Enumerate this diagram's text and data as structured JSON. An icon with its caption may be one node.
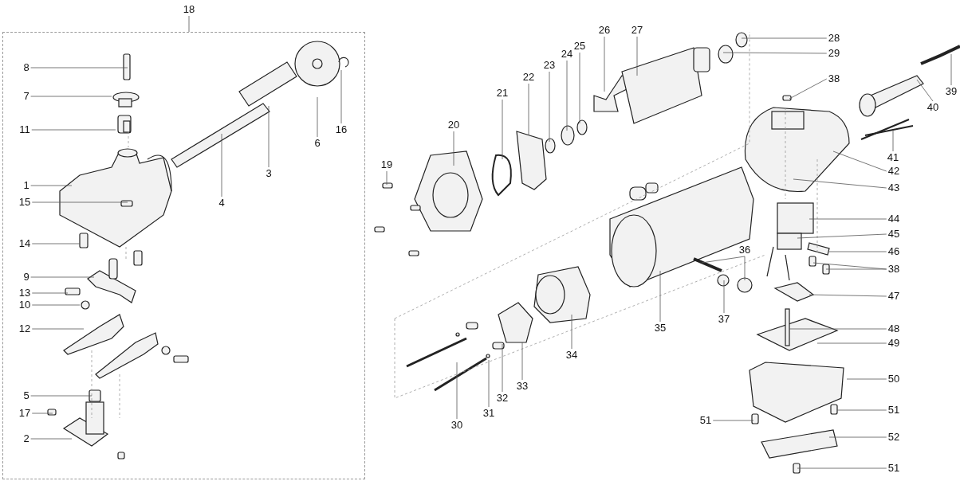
{
  "diagram": {
    "nodes": [
      {
        "text": [
          "18"
        ]
      },
      {
        "text": [],
        "shape": "box"
      },
      {
        "text": [
          "8"
        ],
        "in": 1
      },
      {
        "text": [
          "7"
        ],
        "in": 1
      },
      {
        "text": [
          "11"
        ],
        "in": 1
      },
      {
        "text": [
          "16"
        ],
        "in": 1
      },
      {
        "text": [
          "6"
        ],
        "in": 1
      },
      {
        "text": [
          "3"
        ],
        "in": 1
      },
      {
        "text": [
          "1"
        ],
        "in": 1
      },
      {
        "text": [
          "15"
        ],
        "in": 1
      },
      {
        "text": [
          "4"
        ],
        "in": 1
      },
      {
        "text": [
          "14"
        ],
        "in": 1
      },
      {
        "text": [
          "9"
        ],
        "in": 1
      },
      {
        "text": [
          "13"
        ],
        "in": 1
      },
      {
        "text": [
          "10"
        ],
        "in": 1
      },
      {
        "text": [
          "12"
        ],
        "in": 1
      },
      {
        "text": [
          "5"
        ],
        "in": 1
      },
      {
        "text": [
          "17"
        ],
        "in": 1
      },
      {
        "text": [
          "2"
        ],
        "in": 1
      },
      {
        "text": [
          "26"
        ]
      },
      {
        "text": [
          "27"
        ]
      },
      {
        "text": [
          "28"
        ]
      },
      {
        "text": [
          "29"
        ]
      },
      {
        "text": [
          "25"
        ]
      },
      {
        "text": [
          "24"
        ]
      },
      {
        "text": [
          "23"
        ]
      },
      {
        "text": [
          "22"
        ]
      },
      {
        "text": [
          "38"
        ]
      },
      {
        "text": [
          "21"
        ]
      },
      {
        "text": [
          "39"
        ]
      },
      {
        "text": [
          "40"
        ]
      },
      {
        "text": [
          "20"
        ]
      },
      {
        "text": [
          "41"
        ]
      },
      {
        "text": [
          "19"
        ]
      },
      {
        "text": [
          "42"
        ]
      },
      {
        "text": [
          "43"
        ]
      },
      {
        "text": [
          "44"
        ]
      },
      {
        "text": [
          "45"
        ]
      },
      {
        "text": [
          "36"
        ]
      },
      {
        "text": [
          "46"
        ]
      },
      {
        "text": [
          "38"
        ]
      },
      {
        "text": [
          "47"
        ]
      },
      {
        "text": [
          "37"
        ]
      },
      {
        "text": [
          "35"
        ]
      },
      {
        "text": [
          "48"
        ]
      },
      {
        "text": [
          "49"
        ]
      },
      {
        "text": [
          "34"
        ]
      },
      {
        "text": [
          "50"
        ]
      },
      {
        "text": [
          "33"
        ]
      },
      {
        "text": [
          "32"
        ]
      },
      {
        "text": [
          "51"
        ]
      },
      {
        "text": [
          "31"
        ]
      },
      {
        "text": [
          "51"
        ]
      },
      {
        "text": [
          "30"
        ]
      },
      {
        "text": [
          "52"
        ]
      },
      {
        "text": [
          "51"
        ]
      }
    ],
    "edges": [
      {
        "from": 0,
        "to": 1,
        "arrow": "none"
      },
      {
        "from": 2,
        "to": null,
        "arrow": "none"
      },
      {
        "from": 3,
        "to": null,
        "arrow": "none"
      },
      {
        "from": 4,
        "to": null,
        "arrow": "none"
      },
      {
        "from": 5,
        "to": null,
        "arrow": "none"
      },
      {
        "from": 6,
        "to": null,
        "arrow": "none"
      },
      {
        "from": 7,
        "to": null,
        "arrow": "none"
      },
      {
        "from": 8,
        "to": null,
        "arrow": "none"
      },
      {
        "from": 9,
        "to": null,
        "arrow": "none"
      },
      {
        "from": 10,
        "to": null,
        "arrow": "none"
      },
      {
        "from": 11,
        "to": null,
        "arrow": "none"
      },
      {
        "from": 12,
        "to": null,
        "arrow": "none"
      },
      {
        "from": 13,
        "to": null,
        "arrow": "none"
      },
      {
        "from": 14,
        "to": null,
        "arrow": "none"
      },
      {
        "from": 15,
        "to": null,
        "arrow": "none"
      },
      {
        "from": 16,
        "to": null,
        "arrow": "none"
      },
      {
        "from": 17,
        "to": null,
        "arrow": "none"
      },
      {
        "from": 18,
        "to": null,
        "arrow": "none"
      },
      {
        "from": 19,
        "to": null,
        "arrow": "none"
      },
      {
        "from": 20,
        "to": null,
        "arrow": "none"
      },
      {
        "from": 21,
        "to": null,
        "arrow": "none"
      },
      {
        "from": 22,
        "to": null,
        "arrow": "none"
      },
      {
        "from": 23,
        "to": null,
        "arrow": "none"
      },
      {
        "from": 24,
        "to": null,
        "arrow": "none"
      },
      {
        "from": 25,
        "to": null,
        "arrow": "none"
      },
      {
        "from": 26,
        "to": null,
        "arrow": "none"
      },
      {
        "from": 27,
        "to": null,
        "arrow": "none"
      },
      {
        "from": 28,
        "to": null,
        "arrow": "none"
      },
      {
        "from": 29,
        "to": null,
        "arrow": "none"
      },
      {
        "from": 30,
        "to": null,
        "arrow": "none"
      },
      {
        "from": 31,
        "to": null,
        "arrow": "none"
      },
      {
        "from": 32,
        "to": null,
        "arrow": "none"
      },
      {
        "from": 33,
        "to": null,
        "arrow": "none"
      },
      {
        "from": 34,
        "to": null,
        "arrow": "none"
      },
      {
        "from": 35,
        "to": null,
        "arrow": "none"
      },
      {
        "from": 36,
        "to": null,
        "arrow": "none"
      },
      {
        "from": 37,
        "to": null,
        "arrow": "none"
      },
      {
        "from": 38,
        "to": null,
        "arrow": "none"
      },
      {
        "from": 38,
        "to": null,
        "arrow": "none"
      },
      {
        "from": 39,
        "to": null,
        "arrow": "none"
      },
      {
        "from": 40,
        "to": null,
        "arrow": "none"
      },
      {
        "from": 40,
        "to": null,
        "arrow": "none"
      },
      {
        "from": 41,
        "to": null,
        "arrow": "none"
      },
      {
        "from": 42,
        "to": null,
        "arrow": "none"
      },
      {
        "from": 43,
        "to": null,
        "arrow": "none"
      },
      {
        "from": 44,
        "to": null,
        "arrow": "none"
      },
      {
        "from": 45,
        "to": null,
        "arrow": "none"
      },
      {
        "from": 46,
        "to": null,
        "arrow": "none"
      },
      {
        "from": 47,
        "to": null,
        "arrow": "none"
      },
      {
        "from": 48,
        "to": null,
        "arrow": "none"
      },
      {
        "from": 49,
        "to": null,
        "arrow": "none"
      },
      {
        "from": 50,
        "to": null,
        "arrow": "none"
      },
      {
        "from": 51,
        "to": null,
        "arrow": "none"
      },
      {
        "from": 52,
        "to": null,
        "arrow": "none"
      },
      {
        "from": 53,
        "to": null,
        "arrow": "none"
      },
      {
        "from": 54,
        "to": null,
        "arrow": "none"
      },
      {
        "from": 55,
        "to": null,
        "arrow": "none"
      }
    ]
  }
}
